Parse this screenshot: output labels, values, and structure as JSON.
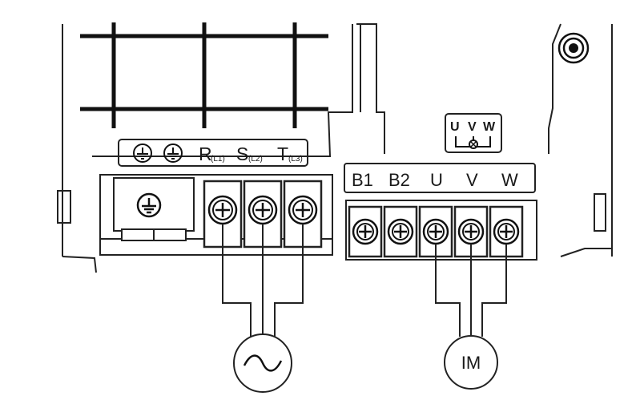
{
  "input_power_labels": {
    "r": "R",
    "r_sub": "(L1)",
    "s": "S",
    "s_sub": "(L2)",
    "t": "T",
    "t_sub": "(L3)"
  },
  "output_labels": [
    "B1",
    "B2",
    "U",
    "V",
    "W"
  ],
  "uvw_jumper_labels": [
    "U",
    "V",
    "W"
  ],
  "motor_label": "IM",
  "ac_source_symbol": "~",
  "ground_terminal_count": 2,
  "input_terminal_count": 3,
  "output_terminal_count": 5
}
